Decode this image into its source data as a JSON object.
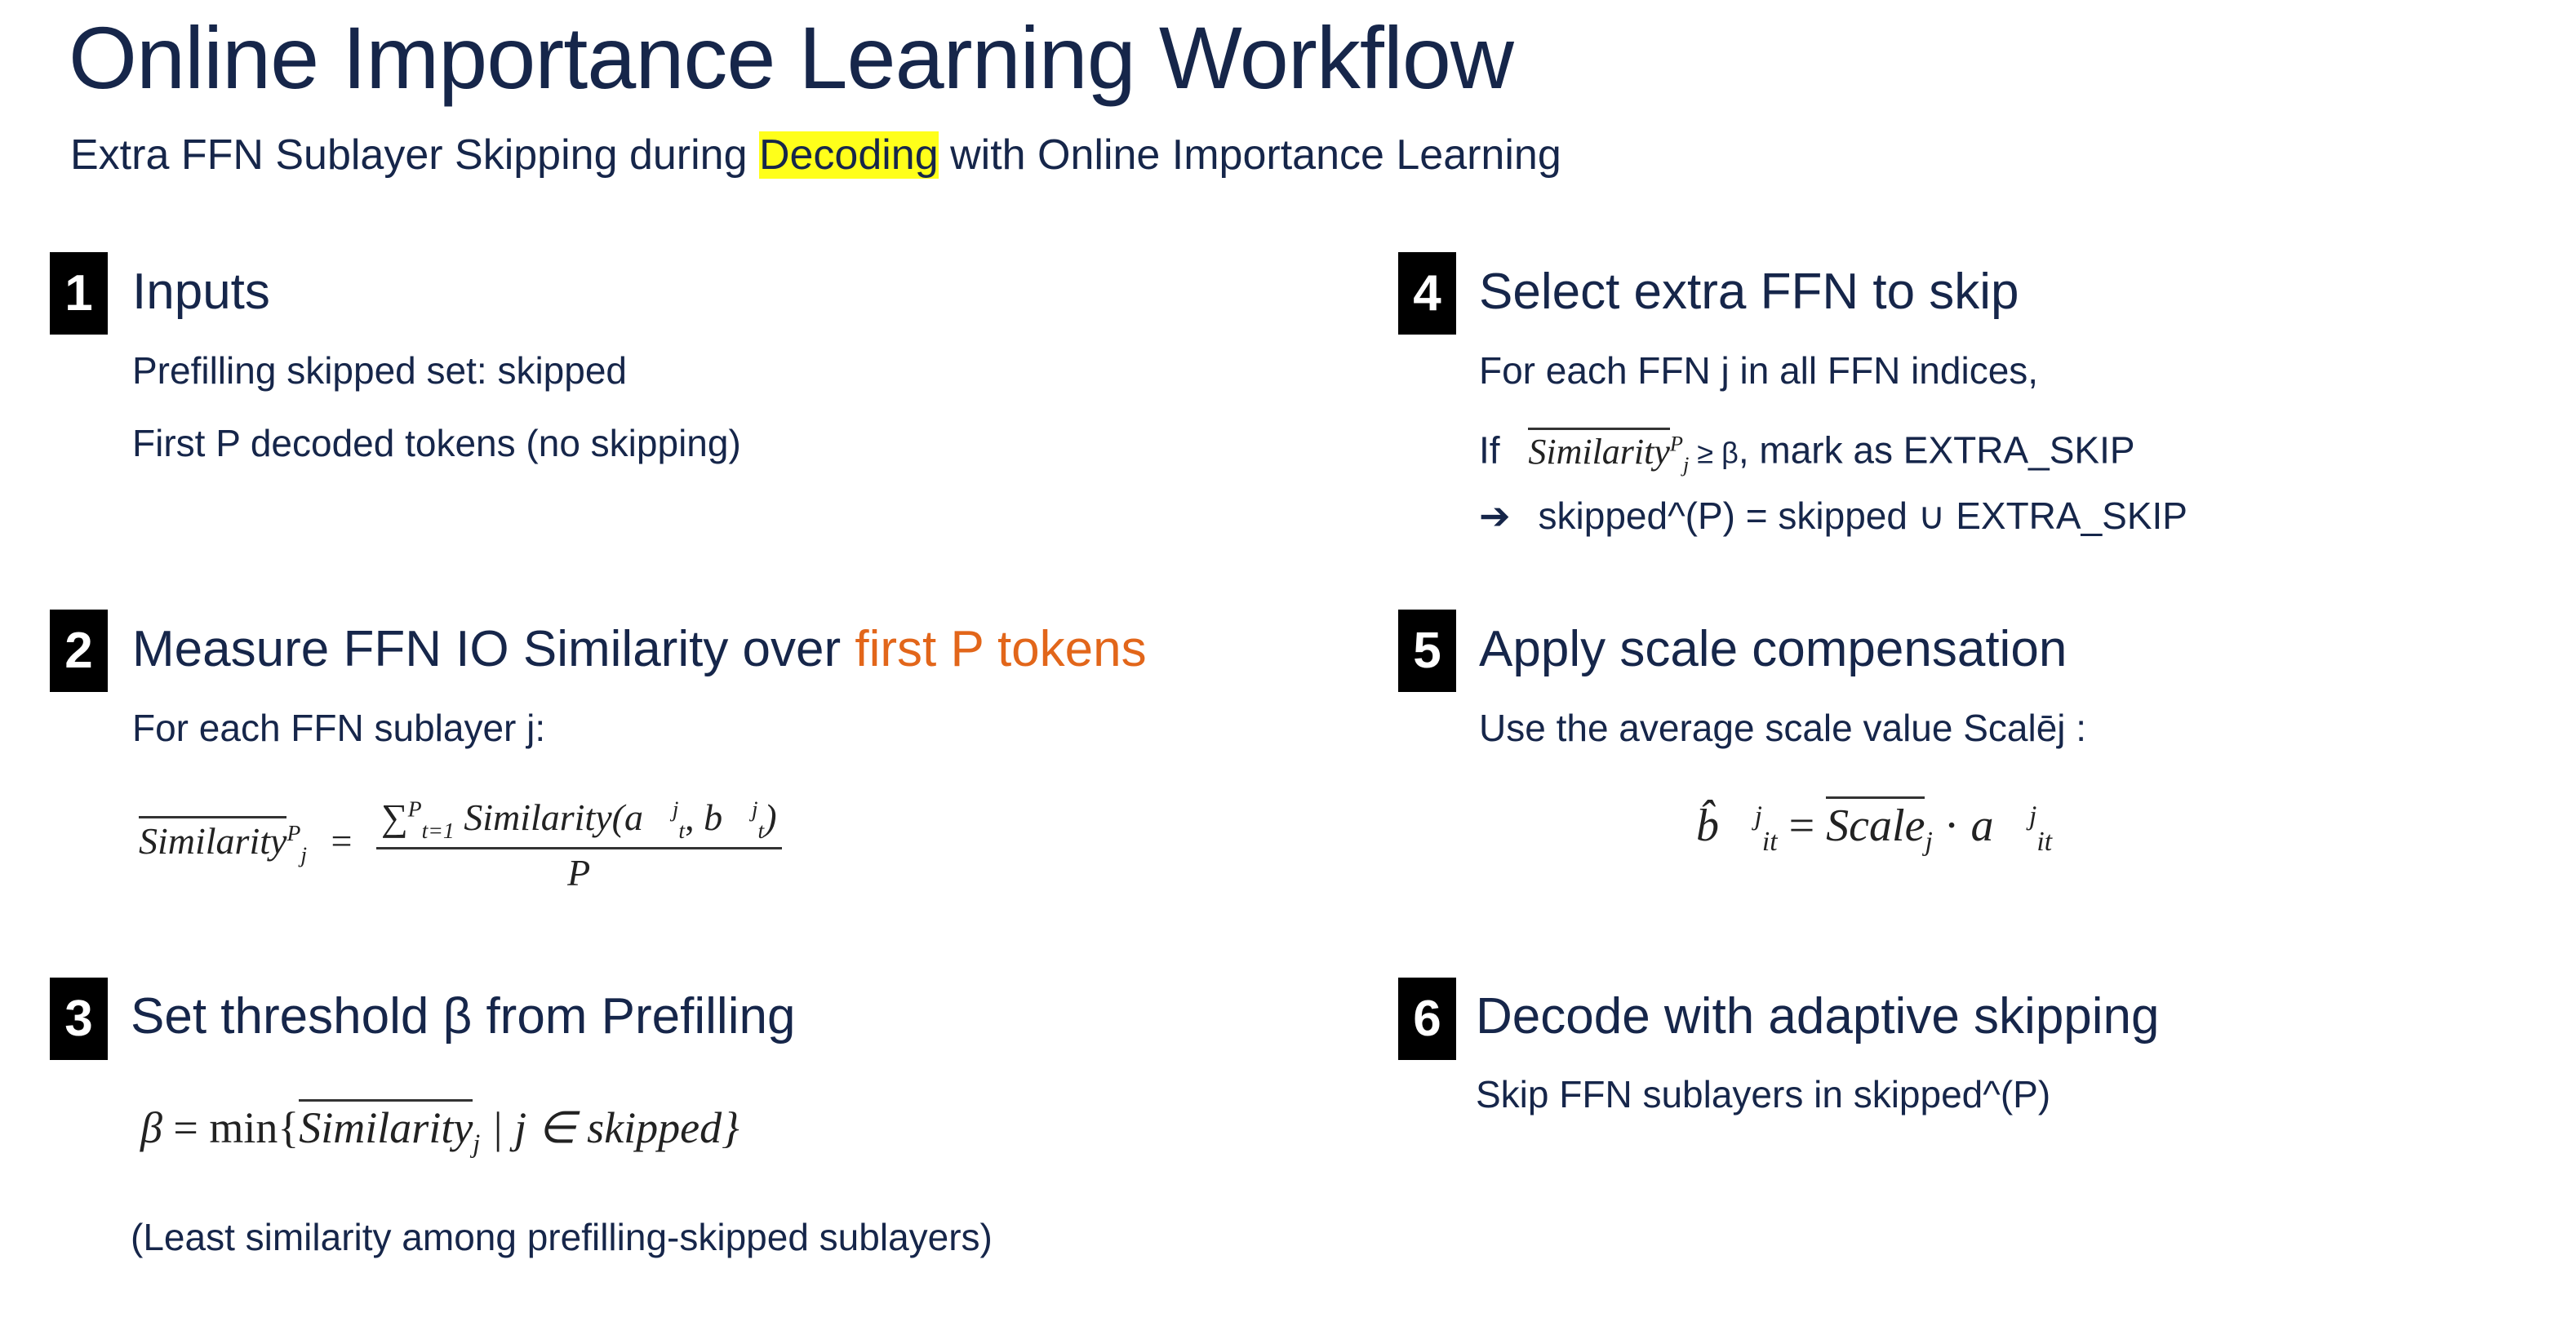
{
  "header": {
    "title": "Online Importance Learning Workflow",
    "subtitle_before": "Extra FFN Sublayer Skipping during ",
    "subtitle_highlight": "Decoding",
    "subtitle_after": " with Online Importance Learning"
  },
  "colors": {
    "text": "#16264a",
    "accent_orange": "#e2661a",
    "highlight": "#ffff1a",
    "badge": "#000000"
  },
  "steps": [
    {
      "number": "1",
      "heading": "Inputs",
      "lines": [
        "Prefilling skipped set: skipped",
        "First P decoded tokens (no skipping)"
      ]
    },
    {
      "number": "2",
      "heading": "Measure FFN IO Similarity over ",
      "heading_accent": "first P tokens",
      "lines": [
        "For each FFN sublayer j:"
      ],
      "formula": {
        "lhs": "Similarity",
        "lhs_sup": "P",
        "lhs_sub": "j",
        "eq": "=",
        "sum": "∑",
        "sum_sup": "P",
        "sum_sub": "t=1",
        "term": "Similarity(",
        "a": "a⃗",
        "a_sup": "j",
        "a_sub": "t",
        "comma": ", ",
        "b": "b⃗",
        "b_sup": "j",
        "b_sub": "t",
        "close": ")",
        "den": "P"
      }
    },
    {
      "number": "3",
      "heading": "Set threshold β from Prefilling",
      "formula": {
        "beta": "β",
        "eq": " = min{",
        "sim": "Similarity",
        "sub": "j",
        "rest": " | j ∈ skipped}"
      },
      "lines": [
        "(Least similarity among prefilling-skipped sublayers)"
      ]
    },
    {
      "number": "4",
      "heading": "Select extra FFN to skip",
      "lines": [
        "For each FFN j in all FFN indices,",
        "If",
        ", mark as EXTRA_SKIP",
        "skipped^(P) = skipped ∪ EXTRA_SKIP"
      ],
      "inline_formula": {
        "sim": "Similarity",
        "sup": "P",
        "sub": "j",
        "rel": " ≥ β"
      },
      "arrow_icon": "➔"
    },
    {
      "number": "5",
      "heading": "Apply scale compensation",
      "lines": [
        "Use the average scale value Scalēj :"
      ],
      "formula": {
        "b": "b̂⃗",
        "b_sup": "j",
        "b_sub": "it",
        "eq": " = ",
        "scale": "Scale",
        "scale_sub": "j",
        "dot": " · ",
        "a": "a⃗",
        "a_sup": "j",
        "a_sub": "it"
      }
    },
    {
      "number": "6",
      "heading": "Decode with adaptive skipping",
      "lines": [
        "Skip FFN sublayers in skipped^(P)"
      ]
    }
  ]
}
